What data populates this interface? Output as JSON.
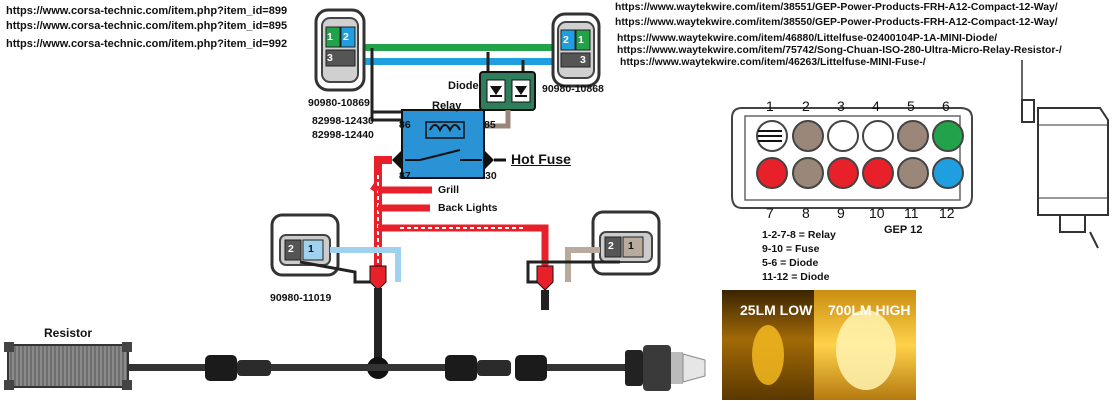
{
  "links_left": [
    "https://www.corsa-technic.com/item.php?item_id=899",
    "https://www.corsa-technic.com/item.php?item_id=895",
    "https://www.corsa-technic.com/item.php?item_id=992"
  ],
  "links_right": [
    "https://www.waytekwire.com/item/38551/GEP-Power-Products-FRH-A12-Compact-12-Way/",
    "https://www.waytekwire.com/item/38550/GEP-Power-Products-FRH-A12-Compact-12-Way/",
    "https://www.waytekwire.com/item/46880/Littelfuse-02400104P-1A-MINI-Diode/",
    "https://www.waytekwire.com/item/75742/Song-Chuan-ISO-280-Ultra-Micro-Relay-Resistor-/",
    "https://www.waytekwire.com/item/46263/Littelfuse-MINI-Fuse-/"
  ],
  "parts": {
    "left_connector": "90980-10869",
    "relay_part_1": "82998-12430",
    "relay_part_2": "82998-12440",
    "right_connector": "90980-10868",
    "bottom_left_connector": "90980-11019"
  },
  "relay": {
    "title": "Relay",
    "pin_86": "86",
    "pin_85": "85",
    "pin_87": "87",
    "pin_30": "30"
  },
  "labels": {
    "diode": "Diode",
    "hot_fuse": "Hot Fuse",
    "grill": "Grill",
    "back_lights": "Back Lights",
    "resistor": "Resistor",
    "gep": "GEP 12"
  },
  "connector_pins": {
    "left_top": [
      "1",
      "2",
      "3"
    ],
    "right_top": [
      "2",
      "1",
      "3"
    ],
    "bottom_left": [
      "2",
      "1"
    ],
    "bottom_right": [
      "2",
      "1"
    ]
  },
  "gep_top_numbers": [
    "1",
    "2",
    "3",
    "4",
    "5",
    "6"
  ],
  "gep_bottom_numbers": [
    "7",
    "8",
    "9",
    "10",
    "11",
    "12"
  ],
  "gep_top_colors": [
    "#ffffff",
    "#9b8779",
    "#ffffff",
    "#ffffff",
    "#9b8779",
    "#22a34a"
  ],
  "gep_bottom_colors": [
    "#e8202a",
    "#9b8779",
    "#e8202a",
    "#e8202a",
    "#9b8779",
    "#1f9fe0"
  ],
  "legend": [
    "1-2-7-8 = Relay",
    "9-10 = Fuse",
    "5-6 = Diode",
    "11-12 = Diode"
  ],
  "photo_labels": {
    "low": "25LM LOW",
    "high": "700LM HIGH"
  },
  "colors": {
    "red_wire": "#e8202a",
    "green_wire": "#22a34a",
    "blue_wire": "#1f9fe0",
    "tan_wire": "#9b8779",
    "relay_fill": "#2a93d5",
    "diode_fill": "#2e7d5b"
  }
}
